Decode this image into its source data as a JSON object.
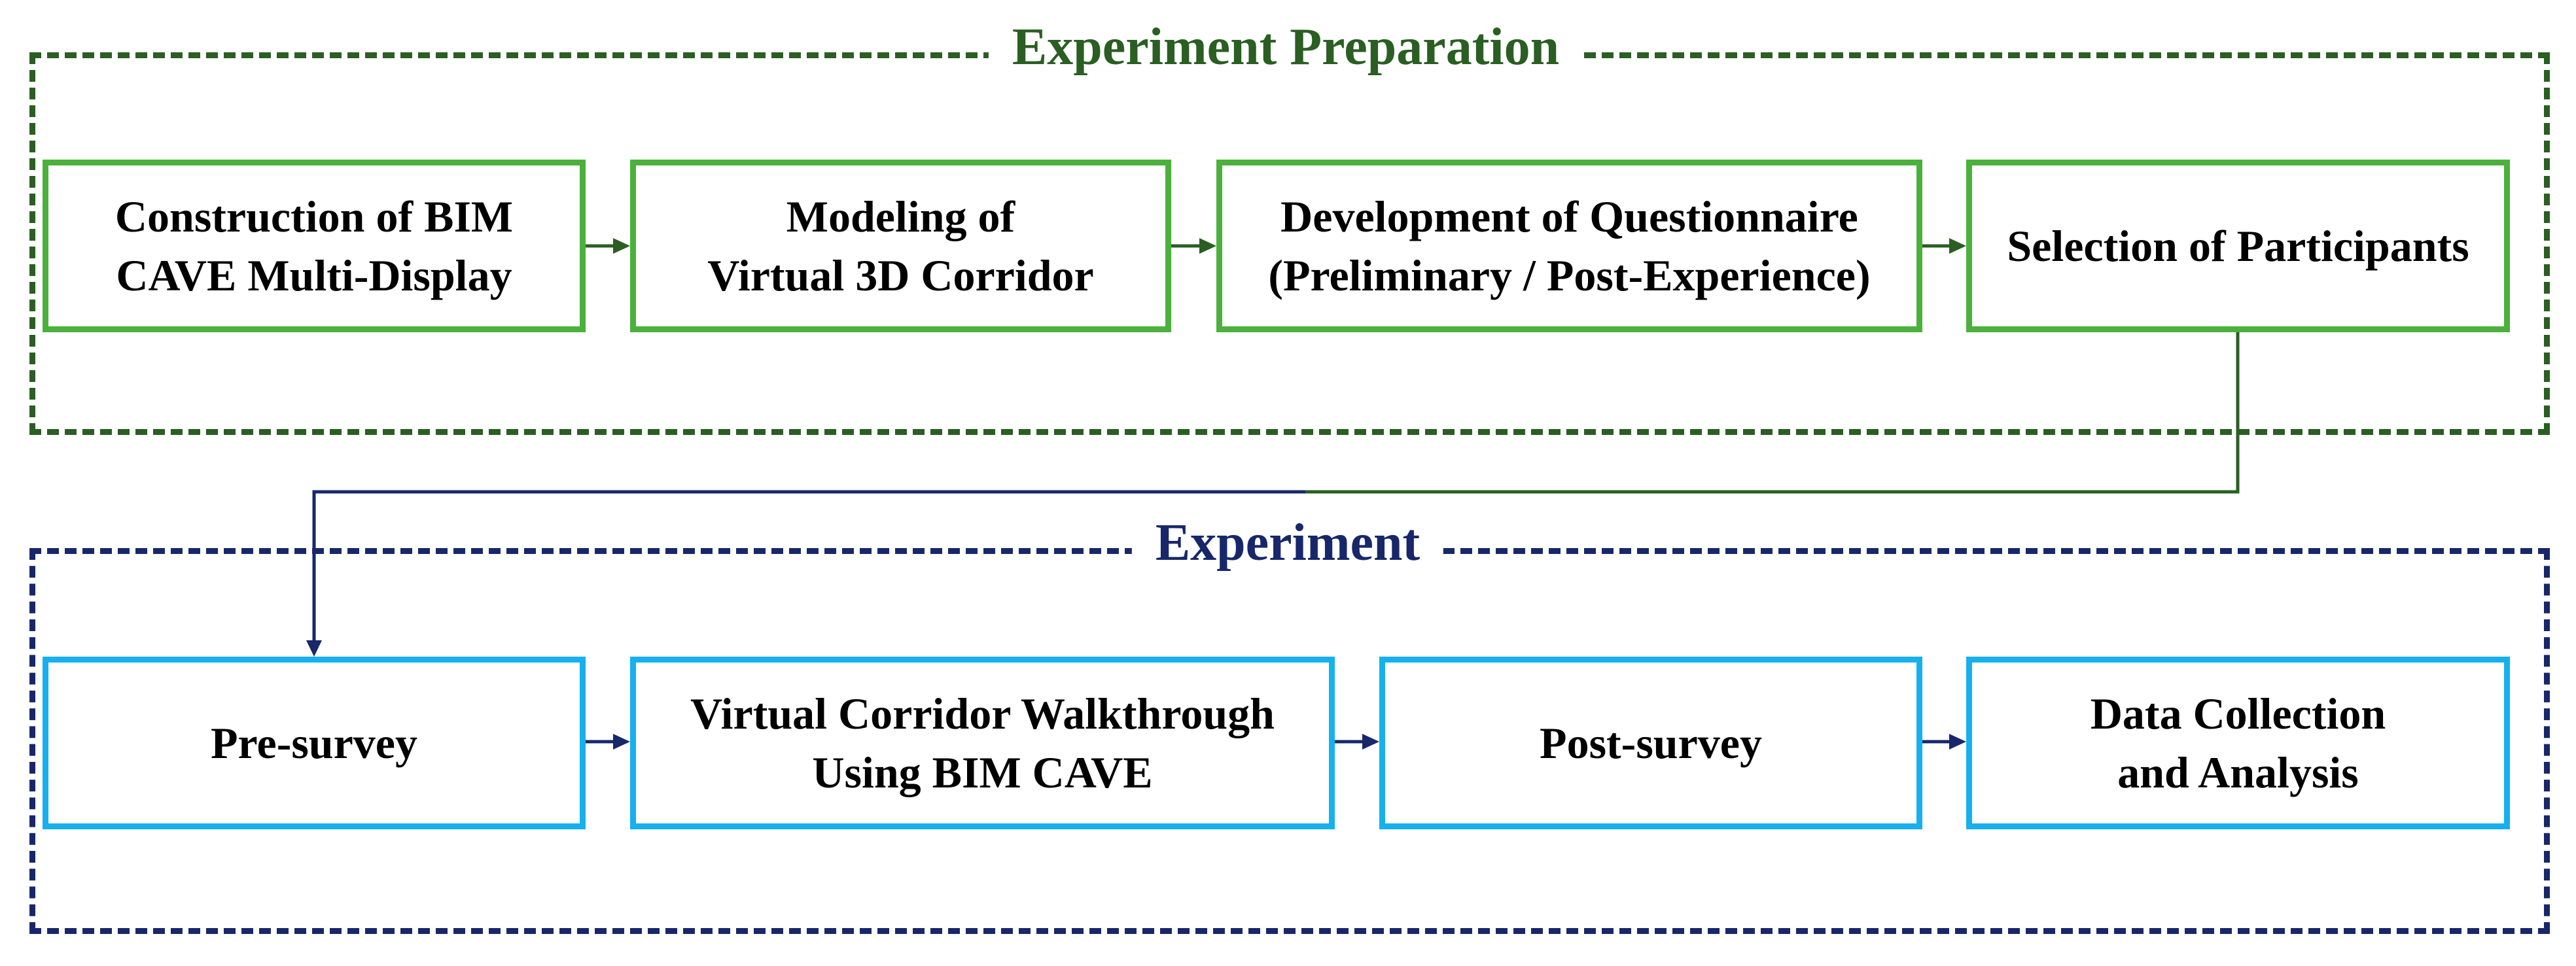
{
  "colors": {
    "prep_frame": "#2a5e22",
    "prep_box_border": "#4bb13c",
    "exp_frame": "#17276a",
    "exp_box_border": "#17b0ee",
    "text": "#000000"
  },
  "preparation": {
    "title": "Experiment Preparation",
    "steps": [
      {
        "label": "Construction of BIM\nCAVE Multi-Display"
      },
      {
        "label": "Modeling of\nVirtual 3D Corridor"
      },
      {
        "label": "Development of Questionnaire\n(Preliminary / Post-Experience)"
      },
      {
        "label": "Selection of Participants"
      }
    ]
  },
  "experiment": {
    "title": "Experiment",
    "steps": [
      {
        "label": "Pre-survey"
      },
      {
        "label": "Virtual Corridor Walkthrough\nUsing BIM CAVE"
      },
      {
        "label": "Post-survey"
      },
      {
        "label": "Data Collection\nand Analysis"
      }
    ]
  }
}
